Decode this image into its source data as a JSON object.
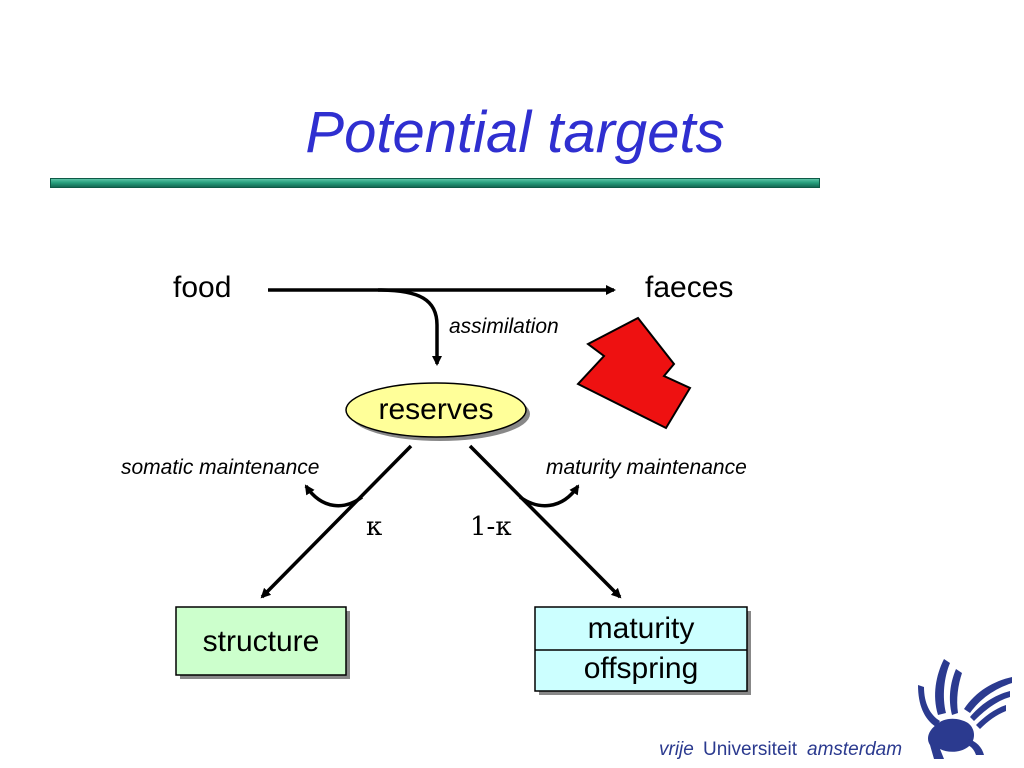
{
  "title": "Potential targets",
  "nodes": {
    "food": "food",
    "faeces": "faeces",
    "reserves": "reserves",
    "structure": "structure",
    "maturity": "maturity",
    "offspring": "offspring"
  },
  "edge_labels": {
    "assimilation": "assimilation",
    "somatic_maintenance": "somatic maintenance",
    "maturity_maintenance": "maturity maintenance",
    "kappa": "κ",
    "one_minus_kappa": "1-κ"
  },
  "logo": {
    "vrije": "vrije",
    "universiteit": "Universiteit",
    "amsterdam": "amsterdam"
  },
  "colors": {
    "title": "#2f2fd0",
    "title_bar": "#27a07e",
    "reserves_fill": "#ffff99",
    "structure_fill": "#ccffcc",
    "maturity_fill": "#ccffff",
    "target_arrow": "#ee1111",
    "logo": "#2b3a8f"
  },
  "icons": {
    "target_marker": "red-block-arrow-icon",
    "logo_emblem": "griffin-emblem-icon"
  }
}
